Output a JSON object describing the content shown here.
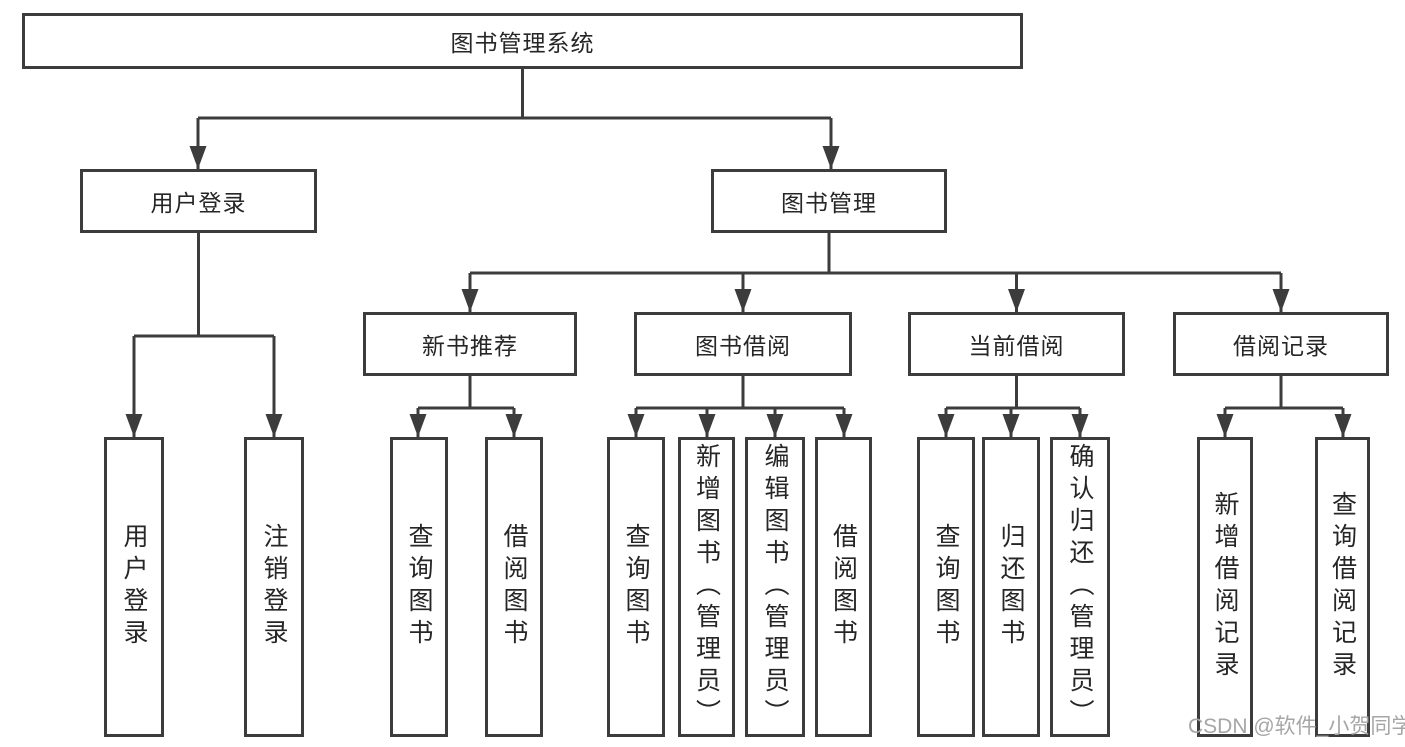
{
  "diagram": {
    "type": "hierarchy-diagram",
    "root": {
      "label": "图书管理系统"
    },
    "level2": [
      {
        "label": "用户登录",
        "parent": "图书管理系统"
      },
      {
        "label": "图书管理",
        "parent": "图书管理系统"
      }
    ],
    "level3": [
      {
        "label": "新书推荐",
        "parent": "图书管理"
      },
      {
        "label": "图书借阅",
        "parent": "图书管理"
      },
      {
        "label": "当前借阅",
        "parent": "图书管理"
      },
      {
        "label": "借阅记录",
        "parent": "图书管理"
      }
    ],
    "leaves": [
      {
        "label": "用户登录",
        "parent": "用户登录"
      },
      {
        "label": "注销登录",
        "parent": "用户登录"
      },
      {
        "label": "查询图书",
        "parent": "新书推荐"
      },
      {
        "label": "借阅图书",
        "parent": "新书推荐"
      },
      {
        "label": "查询图书",
        "parent": "图书借阅"
      },
      {
        "label": "新增图书（管理员）",
        "parent": "图书借阅"
      },
      {
        "label": "编辑图书（管理员）",
        "parent": "图书借阅"
      },
      {
        "label": "借阅图书",
        "parent": "图书借阅"
      },
      {
        "label": "查询图书",
        "parent": "当前借阅"
      },
      {
        "label": "归还图书",
        "parent": "当前借阅"
      },
      {
        "label": "确认归还（管理员）",
        "parent": "当前借阅"
      },
      {
        "label": "新增借阅记录",
        "parent": "借阅记录"
      },
      {
        "label": "查询借阅记录",
        "parent": "借阅记录"
      }
    ],
    "colors": {
      "line": "#3c3c3c",
      "text": "#262626",
      "background": "#ffffff",
      "watermark": "#a6a6a6"
    }
  },
  "watermark": {
    "text": "CSDN @软件_小贺同学"
  }
}
